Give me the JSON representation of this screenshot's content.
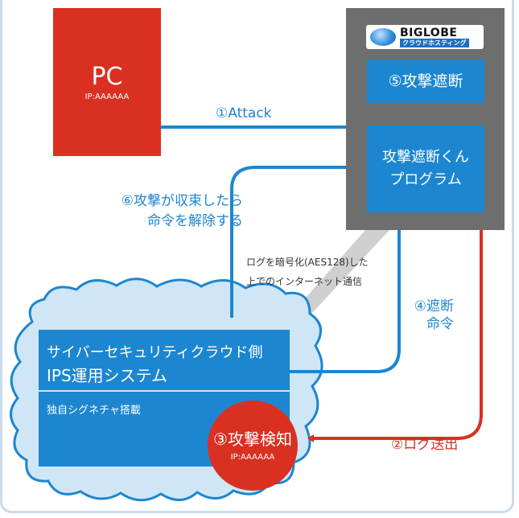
{
  "pc": {
    "title": "PC",
    "ip": "IP:AAAAAA"
  },
  "server": {
    "logo_main": "BIGLOBE",
    "logo_sub": "クラウドホスティング",
    "block_block": "⑤攻撃遮断",
    "program_line1": "攻撃遮断くん",
    "program_line2": "プログラム"
  },
  "arrows": {
    "attack": "①Attack",
    "release_line1": "⑥攻撃が収束したら",
    "release_line2": "命令を解除する",
    "note_line1": "ログを暗号化(AES128)した",
    "note_line2": "上でのインターネット通信",
    "block_cmd_line1": "④遮断",
    "block_cmd_line2": "命令",
    "log_send": "②ログ送出"
  },
  "ips": {
    "line1": "サイバーセキュリティクラウド側",
    "line2": "IPS運用システム",
    "line3": "独自シグネチャ搭載"
  },
  "detect": {
    "label": "③攻撃検知",
    "ip": "IP:AAAAAA"
  },
  "colors": {
    "red": "#d93022",
    "blue": "#1d86d0",
    "gray": "#6e6e6e",
    "cloud": "#cfe6f7"
  }
}
